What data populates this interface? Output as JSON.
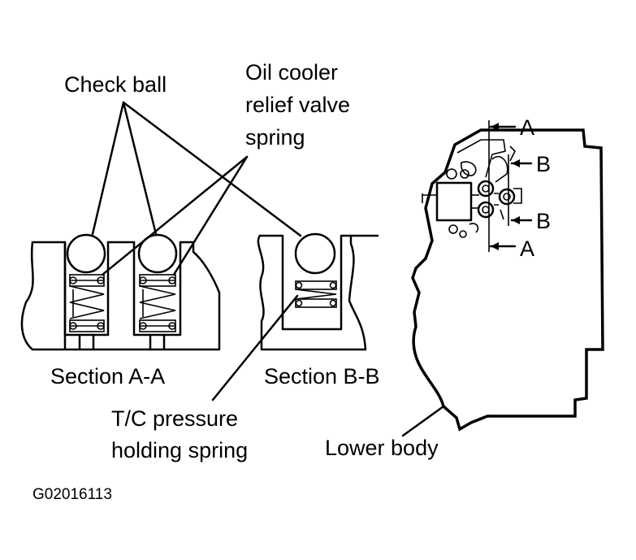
{
  "diagram": {
    "labels": {
      "check_ball": "Check ball",
      "oil_cooler_line1": "Oil cooler",
      "oil_cooler_line2": "relief valve",
      "oil_cooler_line3": "spring",
      "section_aa": "Section A-A",
      "section_bb": "Section B-B",
      "tc_line1": "T/C pressure",
      "tc_line2": "holding spring",
      "lower_body": "Lower body",
      "figure_id": "G02016113"
    },
    "section_markers": {
      "a_top": "A",
      "b_top": "B",
      "b_bottom": "B",
      "a_bottom": "A"
    }
  }
}
